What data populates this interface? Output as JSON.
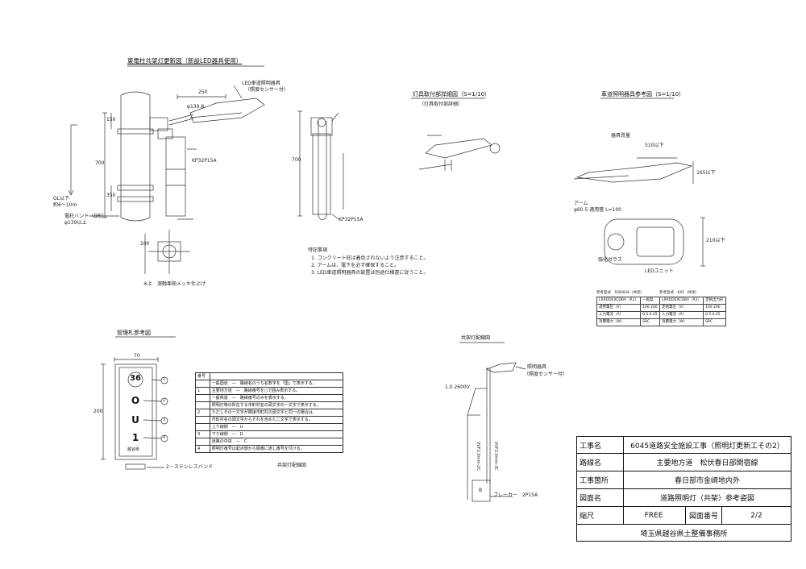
{
  "sections": {
    "main_title": "東電柱共架灯更新図（新設LED器具使用）",
    "fixture_detail_title": "灯具取付部詳細図（S=1/10）",
    "fixture_detail_sub": "（灯具取付部詳細）",
    "fixture_ref_title": "車道照明器具参考図（S=1/10）",
    "sign_title": "管理札参考図",
    "wiring_title": "共架灯配線図",
    "wiring_caption": "共架灯配線図",
    "paint_note": "※上　溶融亜鉛メッキ仕上げ"
  },
  "main_labels": {
    "led_fixture": "LED車道照明器具",
    "sensor": "（照度センサー付）",
    "dim_250": "250",
    "dim_139": "φ139.8",
    "band": "電柱バンド（B形）",
    "phi_label": "φ139以上",
    "gl_1": "GL以下",
    "gl_2": "約6～10m",
    "breaker": "KP32P15A",
    "dim_700": "700",
    "dim_350": "350",
    "dim_150": "150",
    "dim_100": "100"
  },
  "notes": {
    "header": "特記事項",
    "n1": "1. コンクリート柱は着色されないよう注意すること。",
    "n2": "2. アームは、電下を必ず確保すること。",
    "n3": "3. LED車道照明器具の設置は別途仕様書に従うこと。"
  },
  "fixture_ref_labels": {
    "weight": "器具質量",
    "dim_510": "510以下",
    "arm": "アーム",
    "pipe": "φ60.5 適用管 L=100",
    "glass": "強化ガラス",
    "led_unit": "LEDユニット",
    "dim_210": "210以下",
    "dim_165": "165以下"
  },
  "spec_tables": {
    "left": {
      "caption": "参考型式　RDD026（共架）",
      "rows": [
        [
          "LRRDDEXCDBA（R1）",
          "一般型"
        ],
        [
          "適用電圧（V）",
          "100 200"
        ],
        [
          "入力電流（A）",
          "0.5 0.25"
        ],
        [
          "消費電力（W）",
          "SRC"
        ]
      ]
    },
    "right": {
      "caption": "参考型式　KXF（共架）",
      "rows": [
        [
          "LRRDDEXCDBA（R2）",
          "定格出力形"
        ],
        [
          "定格電圧（V）",
          "100 200"
        ],
        [
          "入力電流（A）",
          "0.5 0.25"
        ],
        [
          "消費電力（W）",
          "SRC"
        ]
      ]
    }
  },
  "sign": {
    "dim_70": "70",
    "dim_200": "200",
    "n1": "36",
    "n2": "O",
    "n3": "U",
    "n4": "1",
    "c1": "1",
    "c2": "2",
    "c3": "3",
    "c4": "4",
    "bottom": "越谷県",
    "band": "2－ステンレスバンド"
  },
  "sign_table": {
    "header_no": "番号",
    "rows": [
      [
        "",
        "一般国道　—　路線名のうち名数字を「国」で表示する。"
      ],
      [
        "1",
        "主要地方道　—　路線番号を○で囲み表示する。"
      ],
      [
        "",
        "一般県道　—　路線番号のみを表示する。"
      ],
      [
        "",
        "照明灯等の所在する市町村名の頭文字の一文字で表示する。"
      ],
      [
        "2",
        "ただしその一文字が隣接市町村の頭文字と同一の場合は、"
      ],
      [
        "",
        "市町村名の頭文字からそれを含めた二文字で表示する。"
      ],
      [
        "",
        "上り線側　—　U"
      ],
      [
        "3",
        "下り線側　—　D"
      ],
      [
        "",
        "道路の中央　—　C"
      ],
      [
        "4",
        "照明灯番号は起点側から順番に通し番号を付ける。"
      ]
    ]
  },
  "wiring": {
    "fixture_label": "照明器具",
    "sensor": "（照度センサー付）",
    "cable": "1.0 2600V",
    "w1": "VVF2.0mm-3C",
    "w2": "VVF2.0mm-2C",
    "breaker": "ブレーカー　2P15A",
    "box": "B"
  },
  "title_block": {
    "rows": [
      {
        "key": "工事名",
        "value": "6045道路安全施設工事（照明灯更新工その2）"
      },
      {
        "key": "路線名",
        "value": "主要地方道　松伏春日部関宿線"
      },
      {
        "key": "工事箇所",
        "value": "春日部市金崎地内外"
      },
      {
        "key": "図面名",
        "value": "道路照明灯（共架）参考姿図"
      }
    ],
    "scale_key": "縮尺",
    "scale_value": "FREE",
    "drawing_no_key": "図面番号",
    "drawing_no_value": "2/2",
    "office": "埼玉県越谷県土整備事務所"
  }
}
